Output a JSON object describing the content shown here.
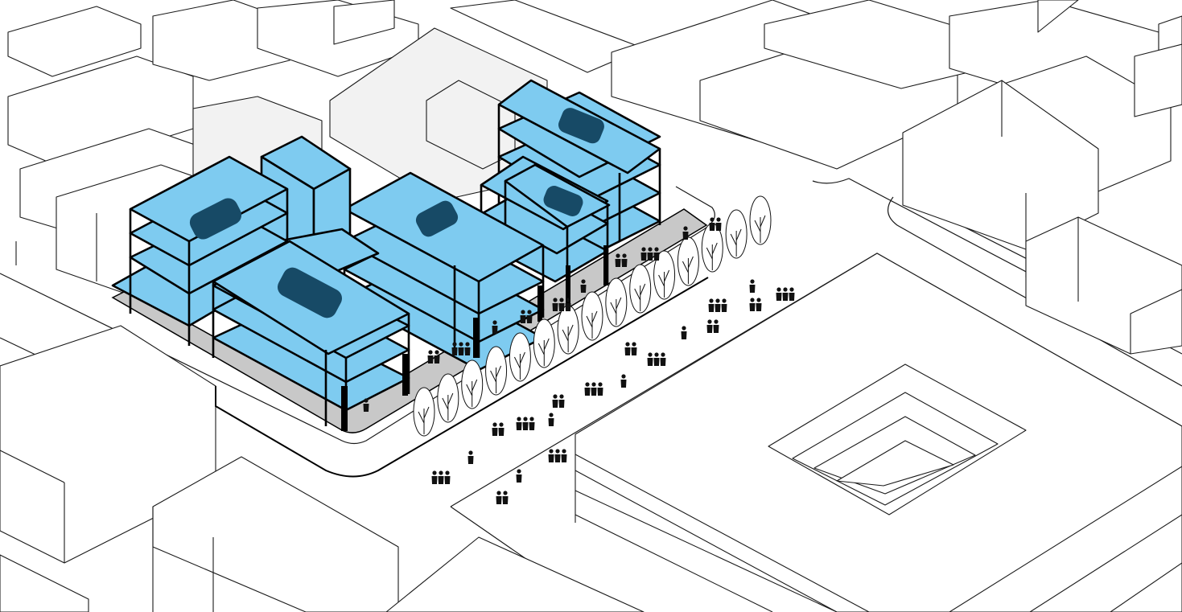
{
  "diagram": {
    "type": "isometric-urban-massing",
    "colors": {
      "background": "#ffffff",
      "context_line": "#1a1a1a",
      "context_fill": "#ffffff",
      "shaded_context": "#f2f2f2",
      "floor_slab": "#7ecbf0",
      "roof_opening": "#174a66",
      "structure": "#000000",
      "ground_floor": "#c8c8c8",
      "people": "#111111"
    },
    "elements": {
      "proposed_blocks": 6,
      "street_trees": 15,
      "pedestrian_groups": 30
    }
  }
}
